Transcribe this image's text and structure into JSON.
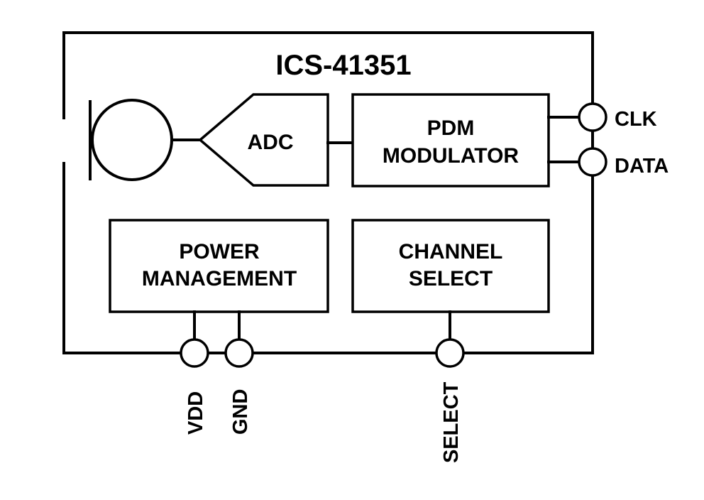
{
  "title": "ICS-41351",
  "blocks": {
    "adc": "ADC",
    "pdm": [
      "PDM",
      "MODULATOR"
    ],
    "power": [
      "POWER",
      "MANAGEMENT"
    ],
    "channel": [
      "CHANNEL",
      "SELECT"
    ]
  },
  "pins": {
    "clk": "CLK",
    "data": "DATA",
    "vdd": "VDD",
    "gnd": "GND",
    "select": "SELECT"
  },
  "colors": {
    "line": "#000000",
    "background": "#ffffff"
  }
}
